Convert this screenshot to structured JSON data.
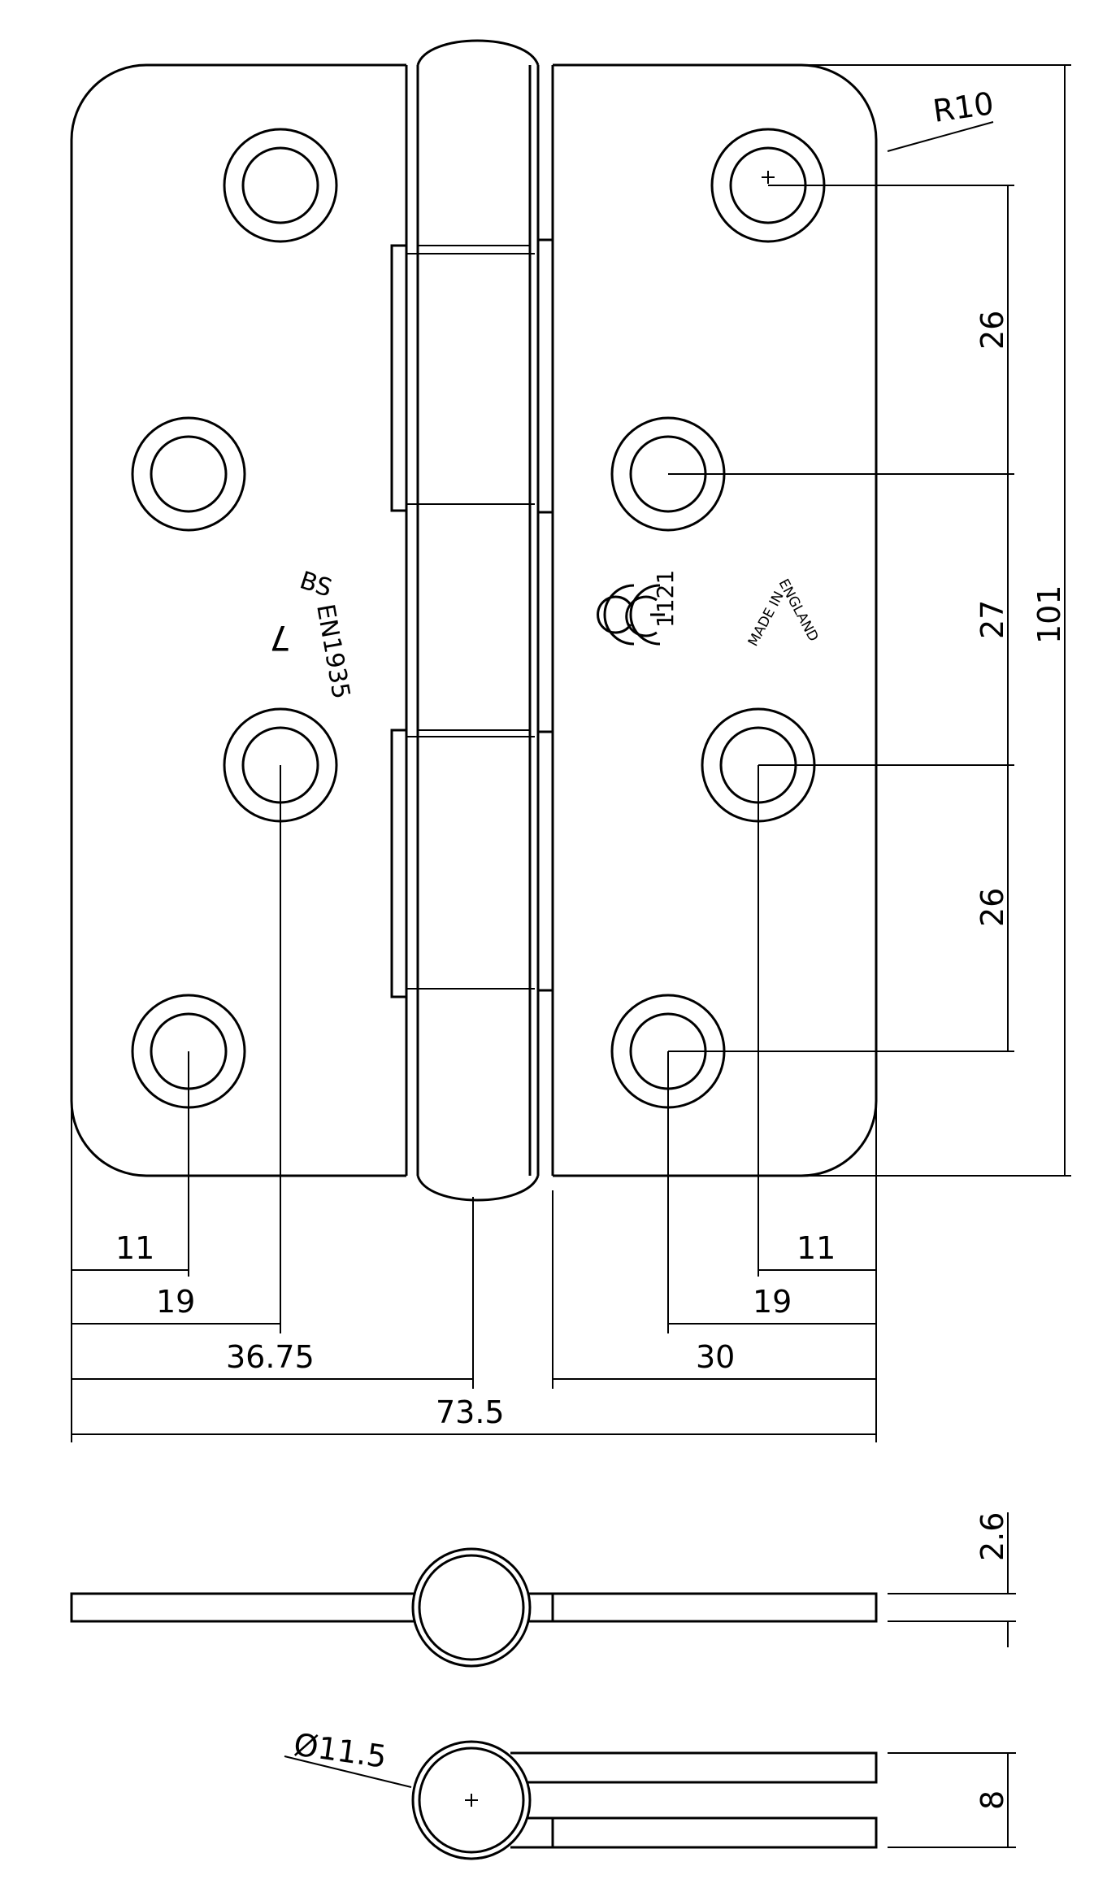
{
  "dimensions": {
    "corner_radius": "R10",
    "hole_pitch_top": "26",
    "hole_pitch_middle": "27",
    "hole_pitch_bottom": "26",
    "overall_height": "101",
    "left_edge_to_outer_holes": "11",
    "left_edge_to_inner_holes": "19",
    "left_edge_to_knuckle_center": "36.75",
    "right_leaf_width": "30",
    "right_edge_to_inner_holes": "19",
    "right_edge_to_outer_holes": "11",
    "overall_width": "73.5",
    "leaf_thickness": "2.6",
    "knuckle_diameter": "Ø11.5",
    "closed_thickness": "8"
  },
  "stamps": {
    "standard_line1": "BS",
    "standard_line2": "EN1935",
    "grade": "7",
    "ce_mark": "CE",
    "notified_body": "1121",
    "origin_line1": "MADE IN",
    "origin_line2": "ENGLAND"
  }
}
